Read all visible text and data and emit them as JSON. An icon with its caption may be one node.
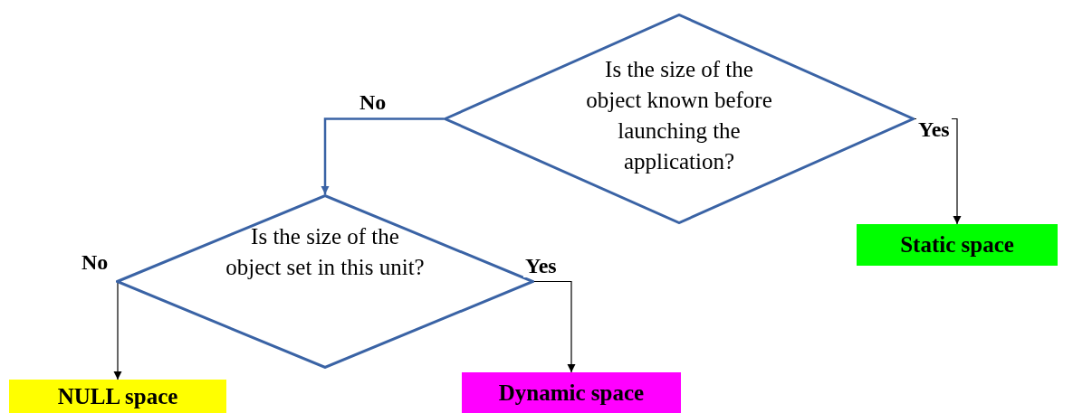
{
  "diagram": {
    "nodes": [
      {
        "text": [
          "Is the size of the object known before launching the application?"
        ]
      },
      {
        "text": [
          "Is the size of the object set in this unit?"
        ]
      },
      {
        "text": [
          "Static space"
        ]
      },
      {
        "text": [
          "NULL space"
        ]
      },
      {
        "text": [
          "Dynamic space"
        ]
      }
    ],
    "edges": [
      {
        "from": 0,
        "to": 1,
        "arrow": "to",
        "label": "No",
        "color": "#3a63a5"
      },
      {
        "from": 0,
        "to": 2,
        "arrow": "to",
        "label": "Yes"
      },
      {
        "from": 1,
        "to": 3,
        "arrow": "to",
        "label": "No"
      },
      {
        "from": 1,
        "to": 4,
        "arrow": "to",
        "label": "Yes"
      }
    ]
  }
}
